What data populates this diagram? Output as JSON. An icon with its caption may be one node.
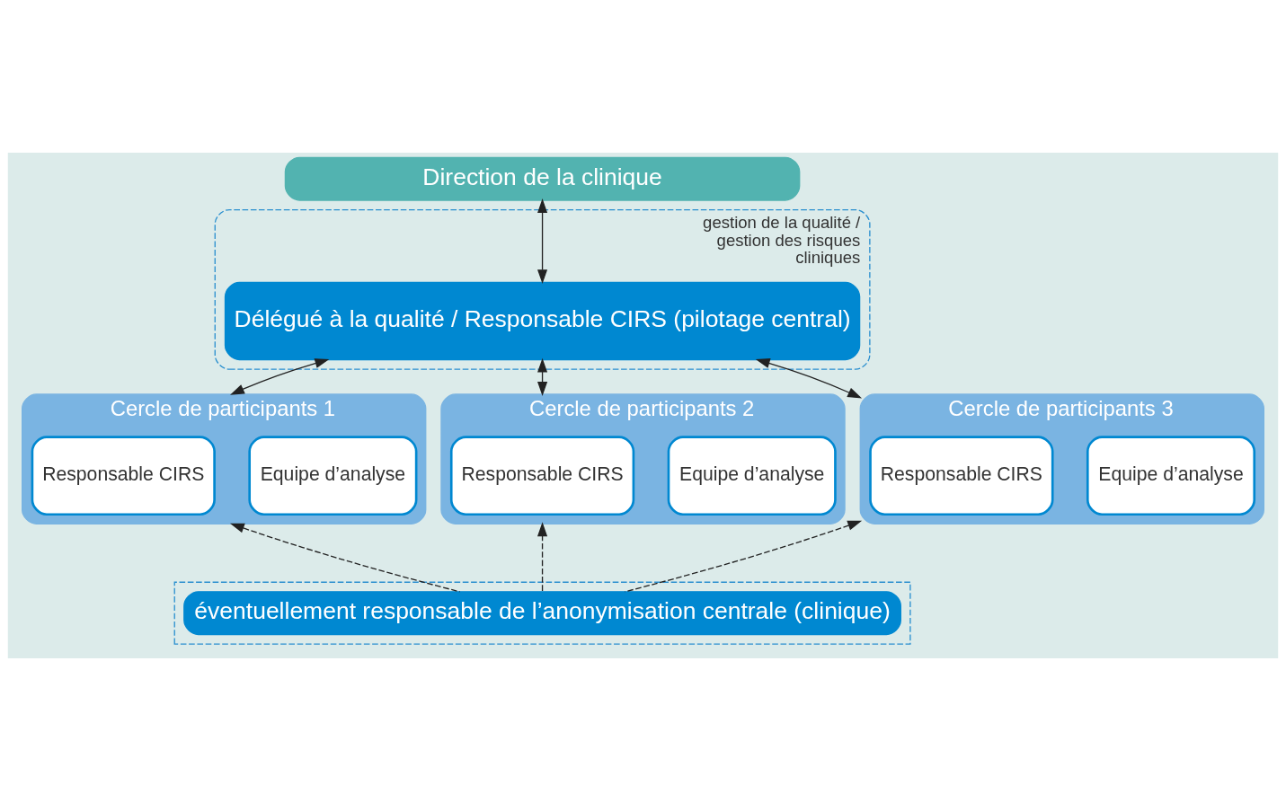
{
  "diagram": {
    "nodes": [
      {
        "text": [
          "Direction de la clinique"
        ]
      },
      {
        "text": [
          "gestion de la qualité / gestion des risques cliniques"
        ]
      },
      {
        "text": [
          "Délégué à la qualité / Responsable CIRS (pilotage central)"
        ],
        "in": 1
      },
      {
        "text": [
          "Cercle de participants 1"
        ]
      },
      {
        "text": [
          "Responsable CIRS"
        ],
        "in": 3
      },
      {
        "text": [
          "Equipe d’analyse"
        ],
        "in": 3
      },
      {
        "text": [
          "Cercle de participants 2"
        ]
      },
      {
        "text": [
          "Responsable CIRS"
        ],
        "in": 6
      },
      {
        "text": [
          "Equipe d’analyse"
        ],
        "in": 6
      },
      {
        "text": [
          "Cercle de participants 3"
        ]
      },
      {
        "text": [
          "Responsable CIRS"
        ],
        "in": 9
      },
      {
        "text": [
          "Equipe d’analyse"
        ],
        "in": 9
      },
      {
        "text": [],
        "shape": "box"
      },
      {
        "text": [
          "éventuellement responsable de l’anonymisation centrale (clinique)"
        ],
        "in": 12
      }
    ],
    "edges": [
      {
        "from": 0,
        "to": 2,
        "arrow": "both"
      },
      {
        "from": 2,
        "to": 3,
        "arrow": "both"
      },
      {
        "from": 2,
        "to": 6,
        "arrow": "both"
      },
      {
        "from": 2,
        "to": 9,
        "arrow": "both"
      },
      {
        "from": 13,
        "to": 3,
        "arrow": "to",
        "style": "dashed"
      },
      {
        "from": 13,
        "to": 6,
        "arrow": "to",
        "style": "dashed"
      },
      {
        "from": 13,
        "to": 9,
        "arrow": "to",
        "style": "dashed"
      }
    ]
  }
}
